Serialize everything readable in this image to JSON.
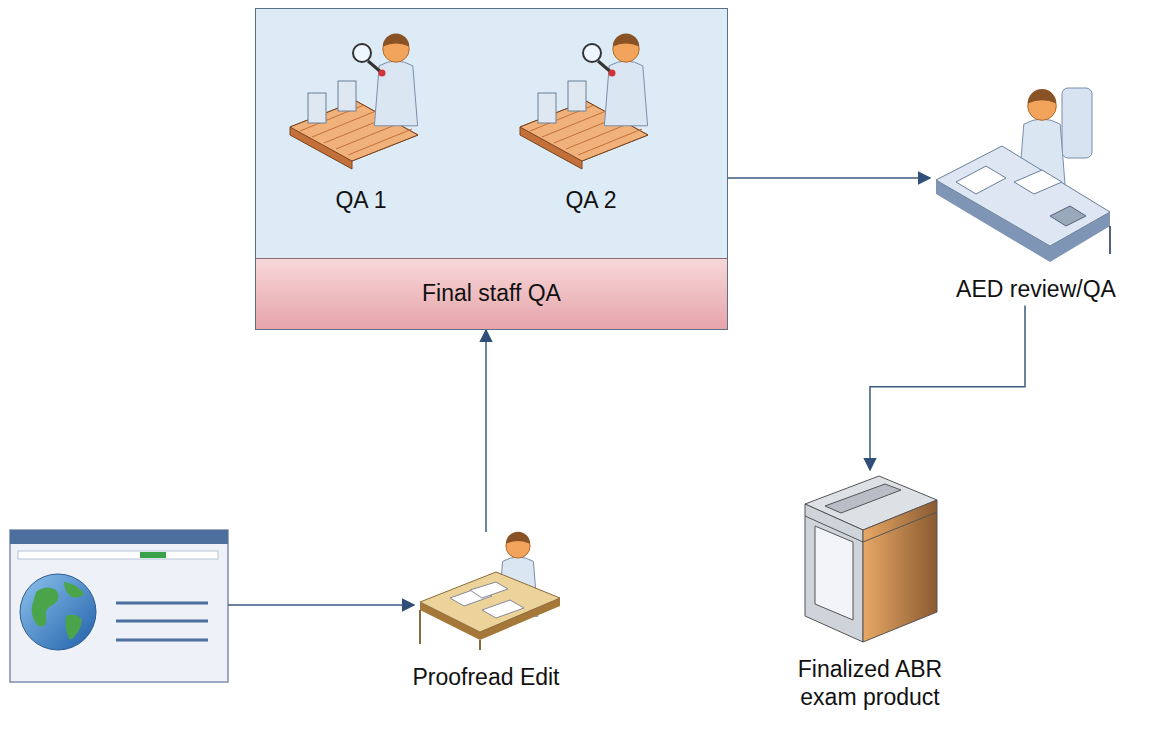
{
  "diagram": {
    "nodes": [
      {
        "text": [
          "Final staff QA"
        ]
      },
      {
        "text": [
          "QA 1"
        ],
        "in": 0
      },
      {
        "text": [
          "QA 2"
        ],
        "in": 0
      },
      {
        "text": [
          "AED review/QA"
        ]
      },
      {
        "text": [
          "Proofread Edit"
        ]
      },
      {
        "text": [
          "Finalized ABR exam product"
        ]
      }
    ],
    "edges": [
      {
        "from": 4,
        "to": 0,
        "arrow": "to"
      },
      {
        "from": 0,
        "to": 3,
        "arrow": "to"
      },
      {
        "from": 3,
        "to": 5,
        "arrow": "to"
      }
    ]
  }
}
